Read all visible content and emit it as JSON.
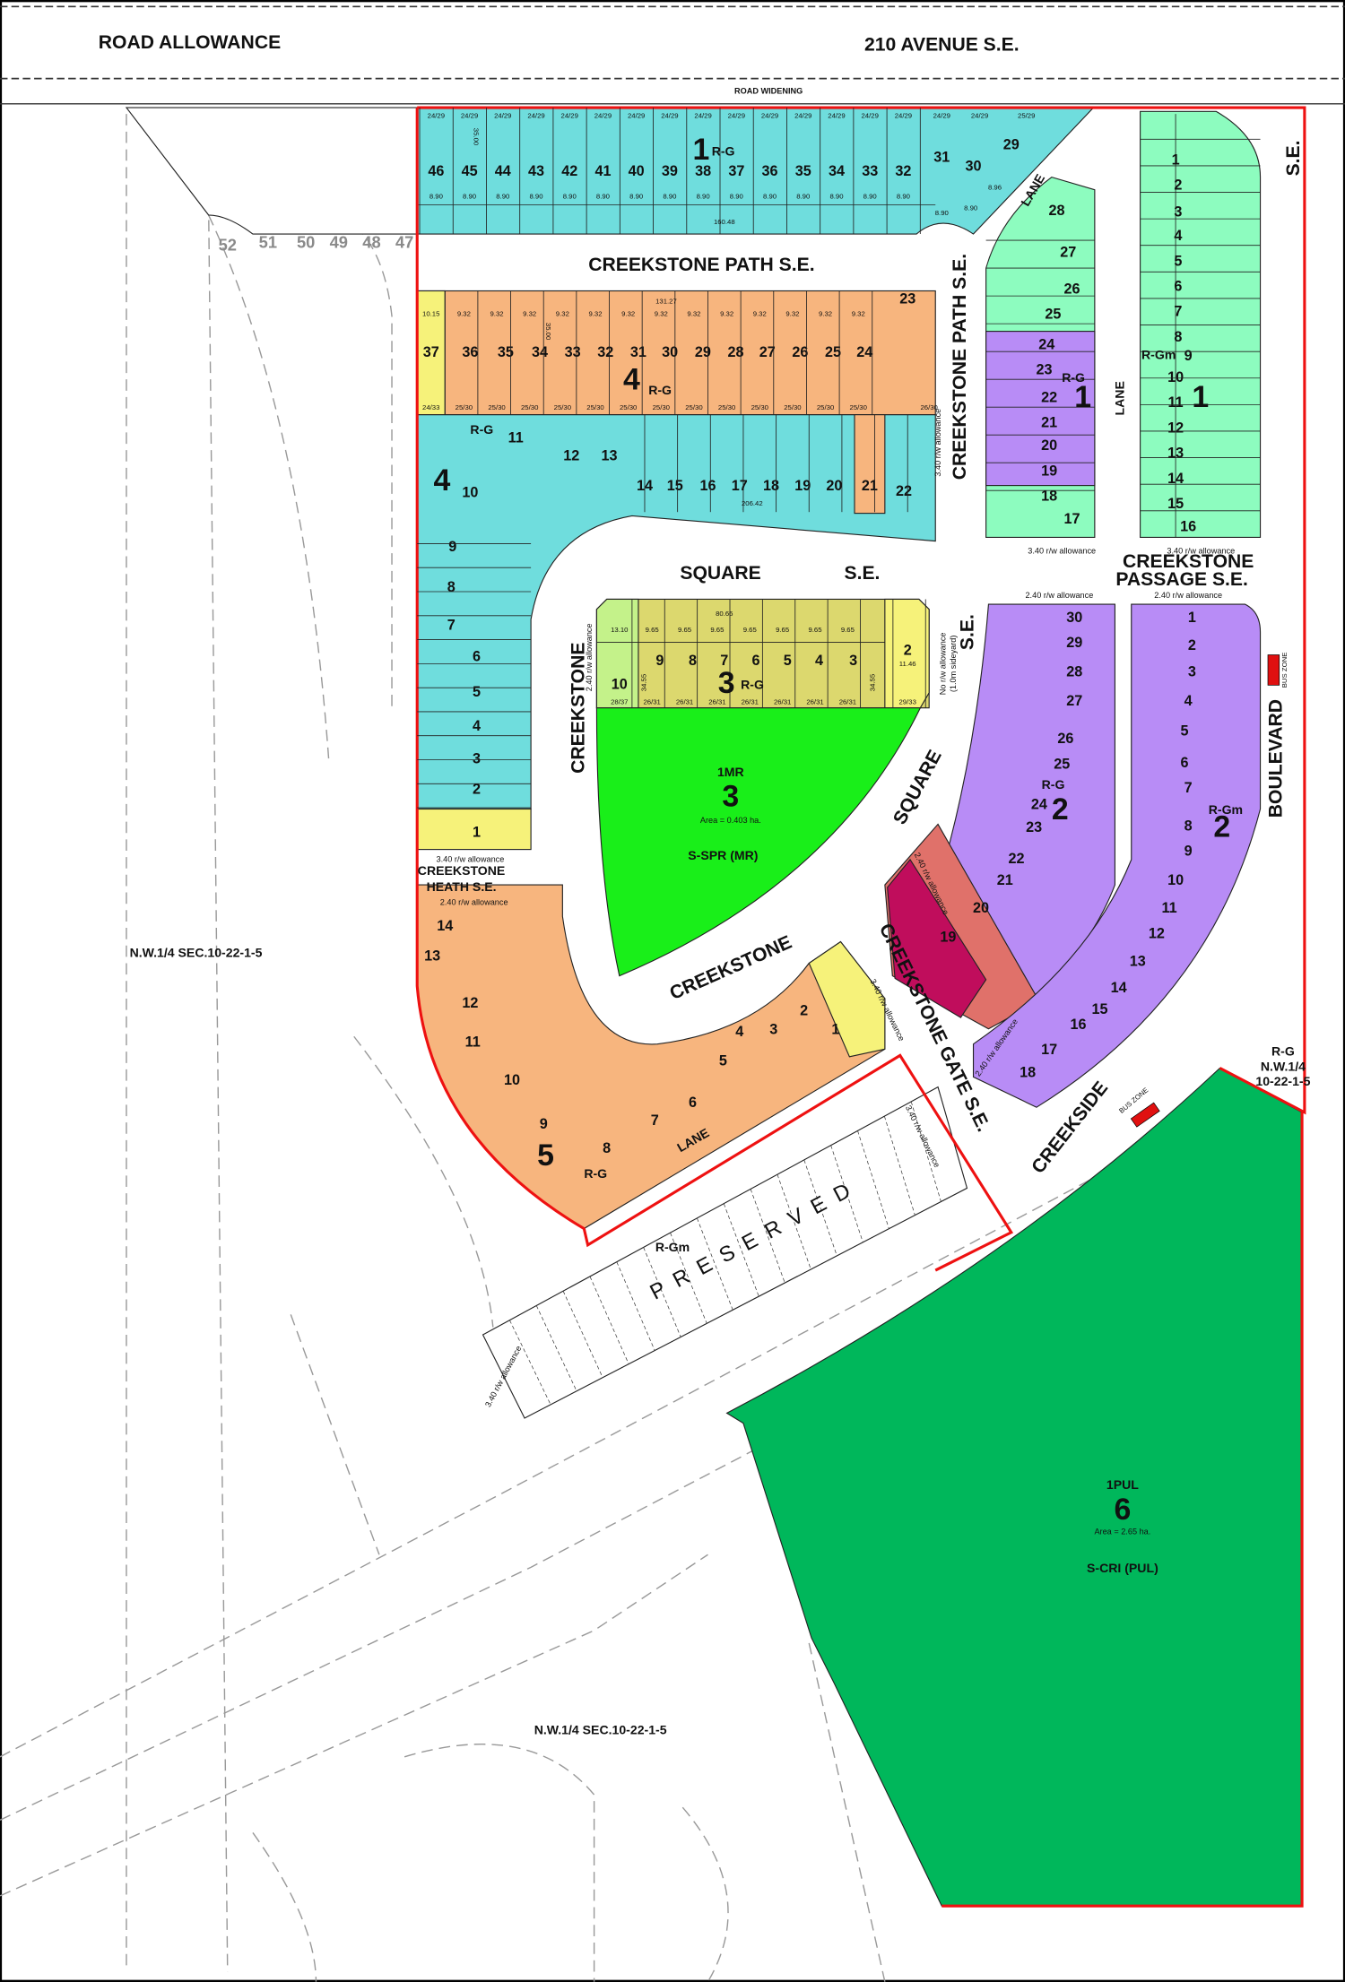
{
  "header": {
    "road_allowance": "ROAD ALLOWANCE",
    "avenue": "210 AVENUE S.E.",
    "road_widening": "ROAD WIDENING"
  },
  "colors": {
    "rg_cyan": "#6fdddd",
    "rg_orange": "#f7b57e",
    "corner_yellow": "#f6f27a",
    "block3_olive": "#dcd86e",
    "lightgreen": "#c4f28a",
    "municipal_reserve": "#19ef19",
    "rgm_purple": "#b88cf6",
    "mint": "#8dfcbf",
    "salmon": "#e0716a",
    "magenta": "#c00d5c",
    "public_utility": "#00b75b",
    "boundary_red": "#ee1111",
    "bus_zone": "#e01010"
  },
  "streets": {
    "creekstone_path_h": "CREEKSTONE PATH S.E.",
    "creekstone_path_v": "CREEKSTONE  PATH S.E.",
    "lane": "LANE",
    "se": "S.E.",
    "square": "SQUARE",
    "square_se": "S.E.",
    "creekstone": "CREEKSTONE",
    "creekstone_heath_1": "CREEKSTONE",
    "creekstone_heath_2": "HEATH S.E.",
    "creekstone_passage_1": "CREEKSTONE",
    "creekstone_passage_2": "PASSAGE S.E.",
    "creekstone_gate": "CREEKSTONE  GATE S.E.",
    "boulevard": "BOULEVARD",
    "creekside": "CREEKSIDE",
    "bus_zone": "BUS ZONE"
  },
  "notes": {
    "rw_340": "3.40 r/w allowance",
    "rw_240": "2.40 r/w allowance",
    "no_rw": "No r/w allowance",
    "sideyard": "(1.0m sideyard)",
    "preserved": "PRESERVED",
    "nw_quarter": "N.W.1/4 SEC.10-22-1-5",
    "rg_nw_1": "R-G",
    "rg_nw_2": "N.W.1/4",
    "rg_nw_3": "10-22-1-5",
    "frontage_top": "160.48",
    "frontage_block4": "131.27",
    "frontage_block4b": "206.42",
    "frontage_block3": "80.66",
    "depth_35": "35.00",
    "depth_3455": "34.55"
  },
  "blocks": {
    "block1": {
      "number": "1",
      "zone": "R-G"
    },
    "block1_mint": {
      "number": "1",
      "zone": "R-G"
    },
    "block1_right": {
      "number": "1",
      "zone": "R-Gm"
    },
    "block4": {
      "number": "4",
      "zone": "R-G"
    },
    "block4_cyan": {
      "number": "4",
      "zone": "R-G"
    },
    "block3": {
      "number": "3",
      "zone": "R-G"
    },
    "block2": {
      "number": "2",
      "zone": "R-G"
    },
    "block2_right": {
      "number": "2",
      "zone": "R-Gm"
    },
    "block5": {
      "number": "5",
      "zone": "R-G"
    },
    "preserved_zone": "R-Gm",
    "mr": {
      "code": "1MR",
      "number": "3",
      "area": "Area = 0.403 ha.",
      "zone": "S-SPR (MR)"
    },
    "pul": {
      "code": "1PUL",
      "number": "6",
      "area": "Area = 2.65 ha.",
      "zone": "S-CRI (PUL)"
    }
  },
  "lots": {
    "outside_grey": [
      "52",
      "51",
      "50",
      "49",
      "48",
      "47"
    ],
    "block1_top": [
      "46",
      "45",
      "44",
      "43",
      "42",
      "41",
      "40",
      "39",
      "38",
      "37",
      "36",
      "35",
      "34",
      "33",
      "32",
      "31",
      "30",
      "29"
    ],
    "block1_top_types": [
      "24/29",
      "24/29",
      "24/29",
      "24/29",
      "24/29",
      "24/29",
      "24/29",
      "24/29",
      "24/29",
      "24/29",
      "24/29",
      "24/29",
      "24/29",
      "24/29",
      "24/29",
      "24/29",
      "24/29",
      "25/29"
    ],
    "block1_top_widths": [
      "8.90",
      "8.90",
      "8.90",
      "8.90",
      "8.90",
      "8.90",
      "8.90",
      "8.90",
      "8.90",
      "8.90",
      "8.90",
      "8.90",
      "8.90",
      "8.90",
      "8.90",
      "8.90",
      "8.90",
      "8.96"
    ],
    "block1_mint": [
      "28",
      "27",
      "26",
      "25",
      "24",
      "23",
      "22",
      "21",
      "20",
      "19",
      "18",
      "17"
    ],
    "block1_right": [
      "1",
      "2",
      "3",
      "4",
      "5",
      "6",
      "7",
      "8",
      "9",
      "10",
      "11",
      "12",
      "13",
      "14",
      "15",
      "16"
    ],
    "block4_top": [
      "37",
      "36",
      "35",
      "34",
      "33",
      "32",
      "31",
      "30",
      "29",
      "28",
      "27",
      "26",
      "25",
      "24",
      "23"
    ],
    "block4_top_widths": [
      "10.15",
      "9.32",
      "9.32",
      "9.32",
      "9.32",
      "9.32",
      "9.32",
      "9.32",
      "9.32",
      "9.32",
      "9.32",
      "9.32",
      "9.32",
      "9.32"
    ],
    "block4_top_types": [
      "24/33",
      "25/30",
      "25/30",
      "25/30",
      "25/30",
      "25/30",
      "25/30",
      "25/30",
      "25/30",
      "25/30",
      "25/30",
      "25/30",
      "25/30",
      "25/30",
      "26/30"
    ],
    "block4_cyan": [
      "22",
      "21",
      "20",
      "19",
      "18",
      "17",
      "16",
      "15",
      "14",
      "13",
      "12",
      "11",
      "10",
      "9",
      "8",
      "7",
      "6",
      "5",
      "4",
      "3",
      "2",
      "1"
    ],
    "block3": [
      "10",
      "9",
      "8",
      "7",
      "6",
      "5",
      "4",
      "3",
      "2"
    ],
    "block3_widths": [
      "13.10",
      "9.65",
      "9.65",
      "9.65",
      "9.65",
      "9.65",
      "9.65",
      "9.65",
      "11.46"
    ],
    "block3_types": [
      "28/37",
      "26/31",
      "26/31",
      "26/31",
      "26/31",
      "26/31",
      "26/31",
      "26/31",
      "29/33"
    ],
    "block2": [
      "30",
      "29",
      "28",
      "27",
      "26",
      "25",
      "24",
      "23",
      "22",
      "21",
      "20",
      "19"
    ],
    "block2_right": [
      "1",
      "2",
      "3",
      "4",
      "5",
      "6",
      "7",
      "8",
      "9",
      "10",
      "11",
      "12",
      "13",
      "14",
      "15",
      "16",
      "17",
      "18"
    ],
    "block5": [
      "14",
      "13",
      "12",
      "11",
      "10",
      "9",
      "8",
      "7",
      "6",
      "5",
      "4",
      "3",
      "2",
      "1"
    ]
  }
}
